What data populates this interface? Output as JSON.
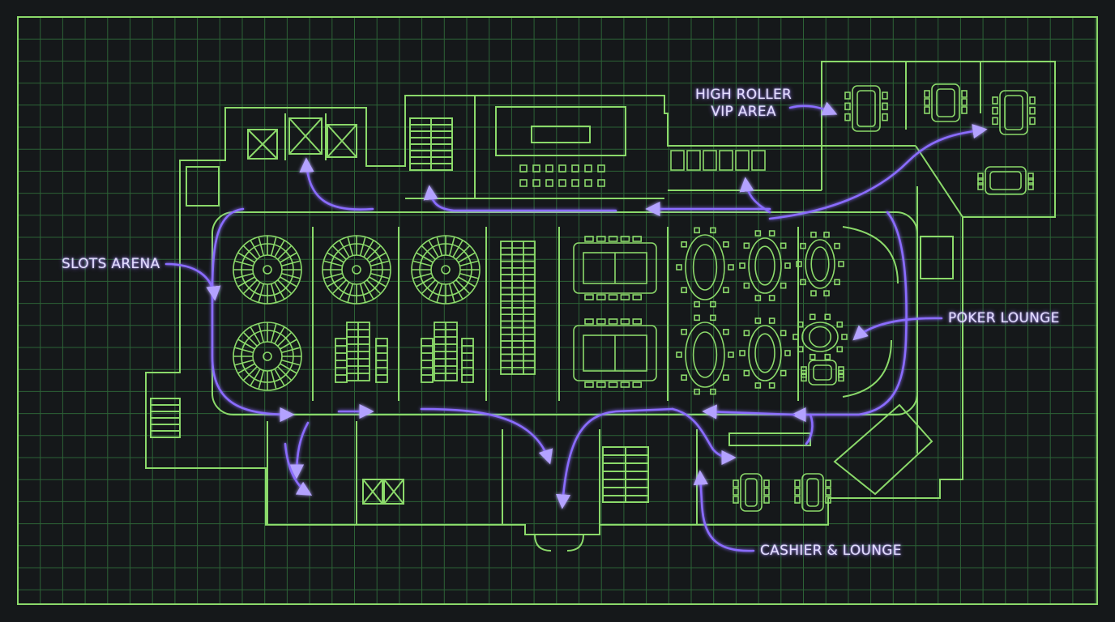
{
  "theme": {
    "background": "#15181a",
    "grid_color": "#2f6b3a",
    "wall_color": "#8bd96a",
    "path_color": "#8a6cff",
    "label_color": "#e4ddff"
  },
  "labels": {
    "slots_arena": "SLOTS ARENA",
    "high_roller_line1": "HIGH ROLLER",
    "high_roller_line2": "VIP AREA",
    "poker_lounge": "POKER LOUNGE",
    "cashier_lounge": "CASHIER & LOUNGE"
  }
}
